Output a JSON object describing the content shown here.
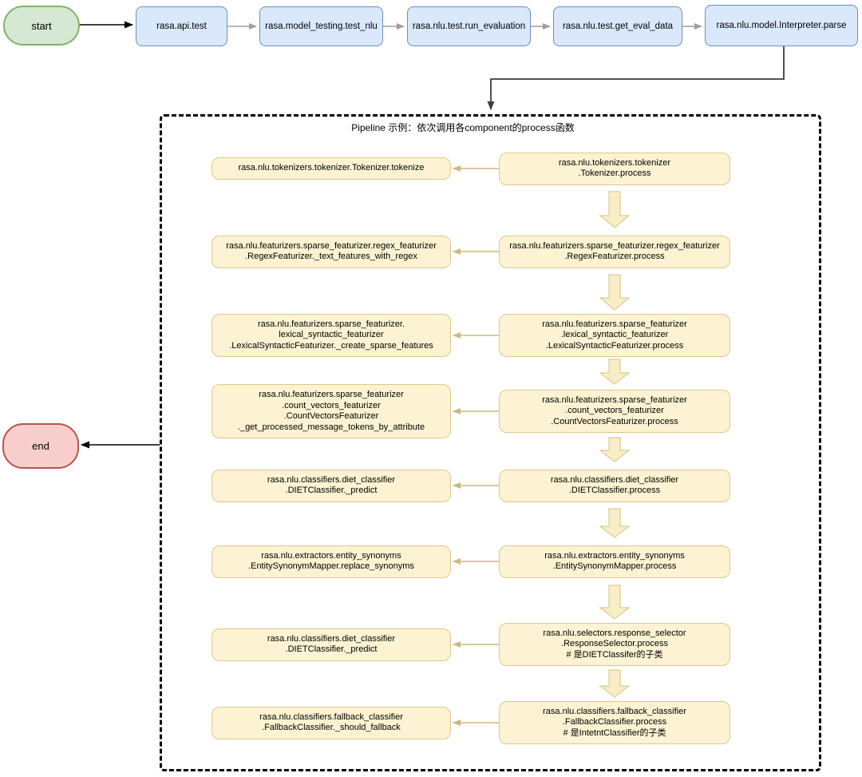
{
  "diagram": {
    "start_label": "start",
    "end_label": "end",
    "top_flow": [
      {
        "label": "rasa.api.test"
      },
      {
        "label": "rasa.model_testing.test_nlu"
      },
      {
        "label": "rasa.nlu.test.run_evaluation"
      },
      {
        "label": "rasa.nlu.test.get_eval_data"
      },
      {
        "label": "rasa.nlu.model.Interpreter.parse"
      }
    ],
    "pipeline": {
      "title": "Pipeline 示例：依次调用各component的process函数",
      "rows": [
        {
          "left": "rasa.nlu.tokenizers.tokenizer.Tokenizer.tokenize",
          "right": "rasa.nlu.tokenizers.tokenizer\n.Tokenizer.process"
        },
        {
          "left": "rasa.nlu.featurizers.sparse_featurizer.regex_featurizer\n.RegexFeaturizer._text_features_with_regex",
          "right": "rasa.nlu.featurizers.sparse_featurizer.regex_featurizer\n.RegexFeaturizer.process"
        },
        {
          "left": "rasa.nlu.featurizers.sparse_featurizer.\nlexical_syntactic_featurizer\n.LexicalSyntacticFeaturizer._create_sparse_features",
          "right": "rasa.nlu.featurizers.sparse_featurizer\n.lexical_syntactic_featurizer\n.LexicalSyntacticFeaturizer.process"
        },
        {
          "left": "rasa.nlu.featurizers.sparse_featurizer\n.count_vectors_featurizer\n.CountVectorsFeaturizer\n._get_processed_message_tokens_by_attribute",
          "right": "rasa.nlu.featurizers.sparse_featurizer\n.count_vectors_featurizer\n.CountVectorsFeaturizer.process"
        },
        {
          "left": "rasa.nlu.classifiers.diet_classifier\n.DIETClassifier._predict",
          "right": "rasa.nlu.classifiers.diet_classifier\n.DIETClassifier.process"
        },
        {
          "left": "rasa.nlu.extractors.entity_synonyms\n.EntitySynonymMapper.replace_synonyms",
          "right": "rasa.nlu.extractors.entity_synonyms\n.EntitySynonymMapper.process"
        },
        {
          "left": "rasa.nlu.classifiers.diet_classifier\n.DIETClassifier._predict",
          "right": "rasa.nlu.selectors.response_selector\n.ResponseSelector.process\n# 是DIETClassifer的子类"
        },
        {
          "left": "rasa.nlu.classifiers.fallback_classifier\n.FallbackClassifier._should_fallback",
          "right": "rasa.nlu.classifiers.fallback_classifier\n.FallbackClassifier.process\n# 是IntetntClassifier的子类"
        }
      ]
    },
    "colors": {
      "start_fill": "#d5e8d4",
      "start_border": "#82b366",
      "end_fill": "#f8cecc",
      "end_border": "#b85450",
      "top_node_fill": "#dae8fc",
      "top_node_border": "#6c8ebf",
      "pipeline_node_fill": "#fdf3d2",
      "pipeline_node_border": "#ddc88c",
      "block_arrow_fill": "#f8eec6",
      "block_arrow_border": "#ddca92",
      "connector_yellow": "#ccb97a",
      "connector_gray": "#9e9e9e",
      "connector_black": "#000000"
    }
  }
}
